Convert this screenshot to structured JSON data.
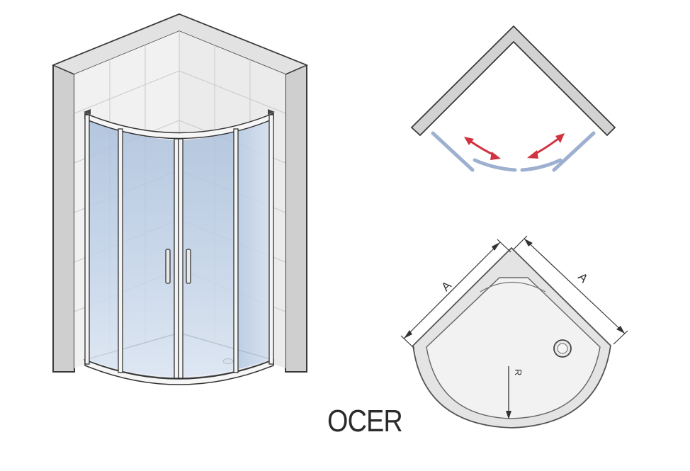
{
  "product": {
    "model_name": "OCER"
  },
  "dimensions": {
    "side_label_left": "A",
    "side_label_right": "A",
    "radius_label": "R"
  },
  "colors": {
    "glass": "#bfd2ea",
    "glass_deep": "#9fb6d6",
    "wall": "#d0d0d0",
    "tile": "#eeeeee",
    "frame": "#f4f4f4",
    "outline": "#3a3a3a",
    "arrow": "#d0323f",
    "door_blue": "#9db0cf"
  },
  "icons": {
    "door_motion_arrows": "double-headed-curved-arrow"
  }
}
